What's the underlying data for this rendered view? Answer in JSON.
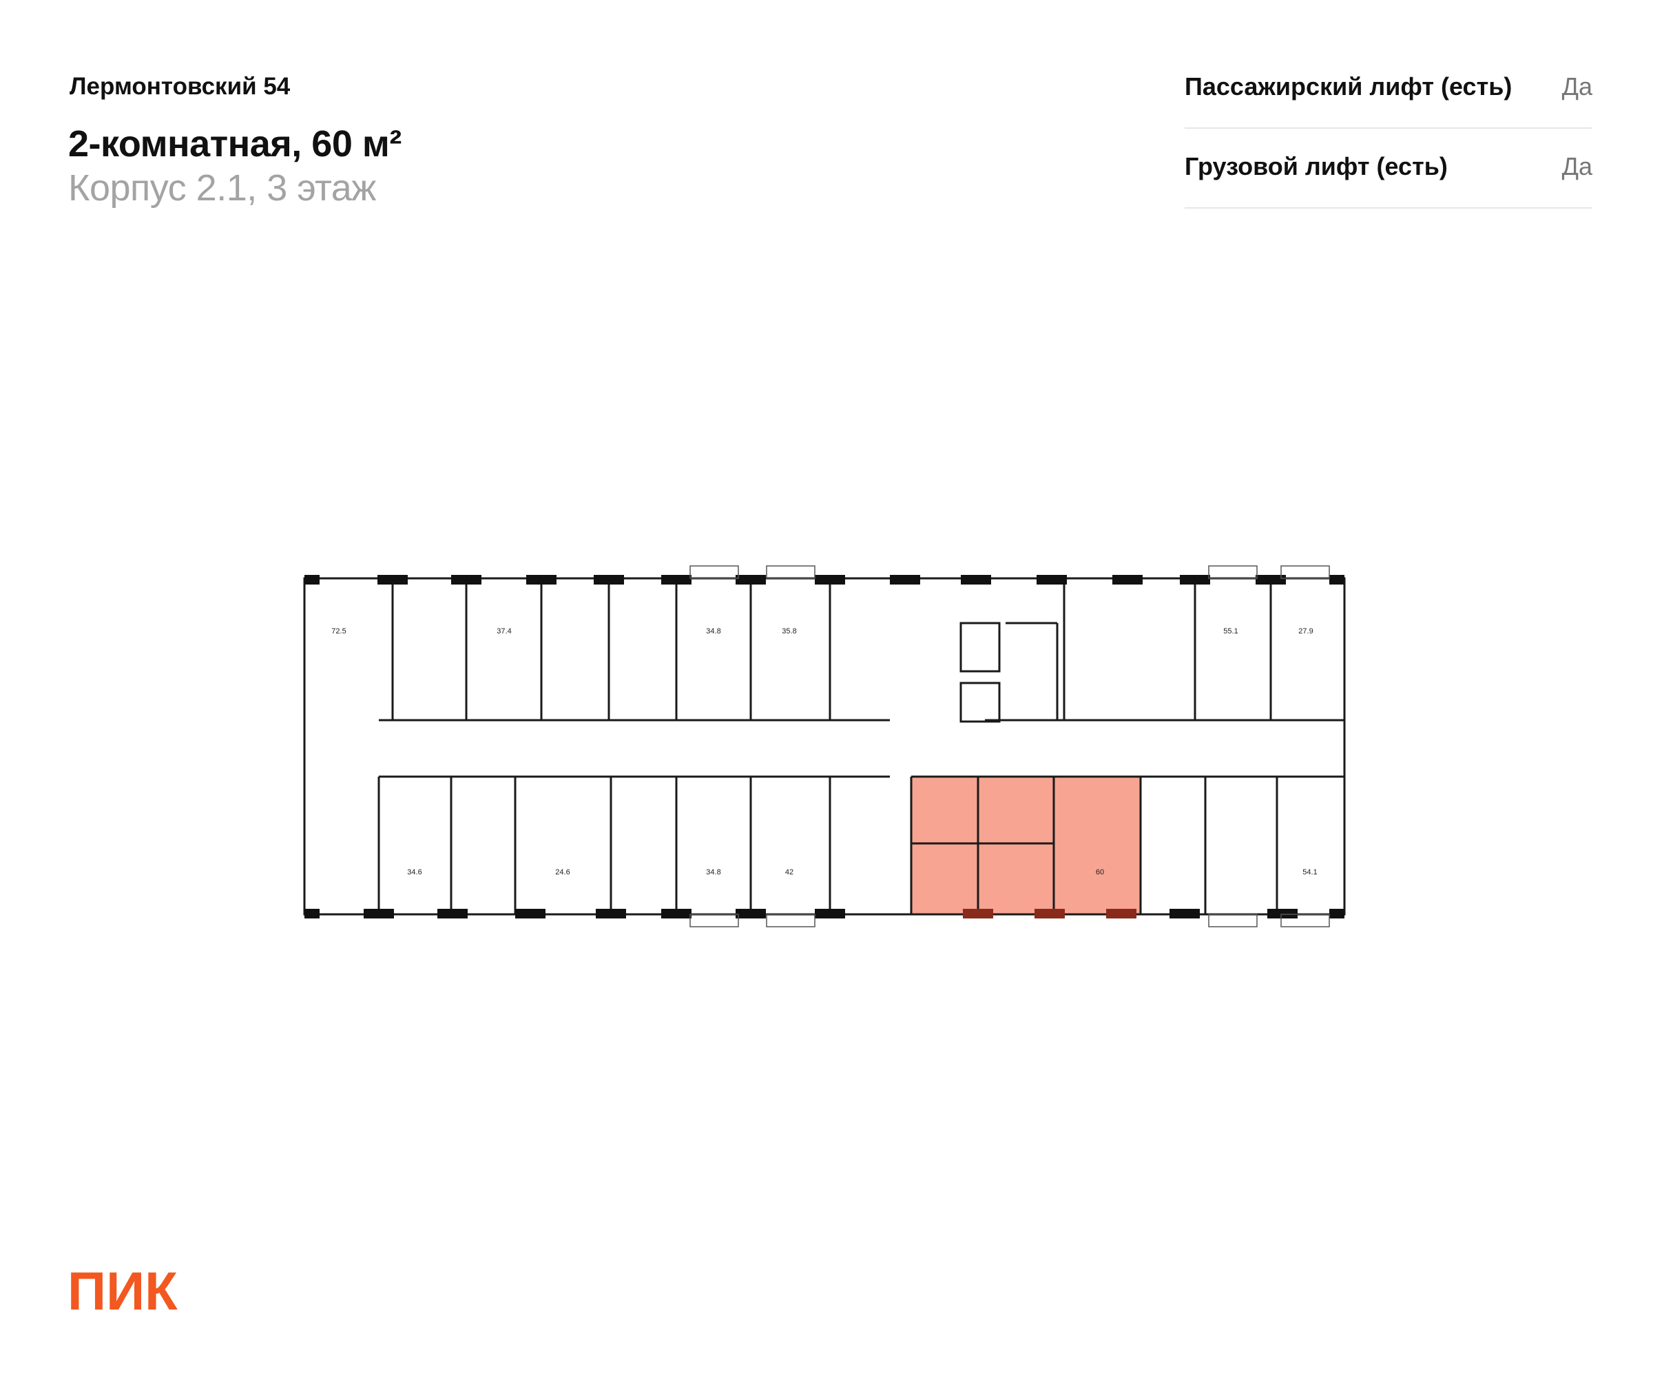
{
  "header": {
    "project": "Лермонтовский 54",
    "apartment_title": "2-комнатная, 60 м²",
    "building_floor": "Корпус 2.1, 3 этаж"
  },
  "features": [
    {
      "label": "Пассажирский лифт (есть)",
      "value": "Да"
    },
    {
      "label": "Грузовой лифт (есть)",
      "value": "Да"
    }
  ],
  "floor_plan": {
    "highlight_color": "#f4866f",
    "top_flats": [
      "72.5",
      "37.4",
      "34.8",
      "35.8",
      "55.1",
      "27.9"
    ],
    "bottom_flats": [
      "34.6",
      "24.6",
      "34.8",
      "42",
      "60",
      "54.1"
    ],
    "selected_flat": "60"
  },
  "logo": {
    "text": "ПИК",
    "color": "#f2581f"
  }
}
